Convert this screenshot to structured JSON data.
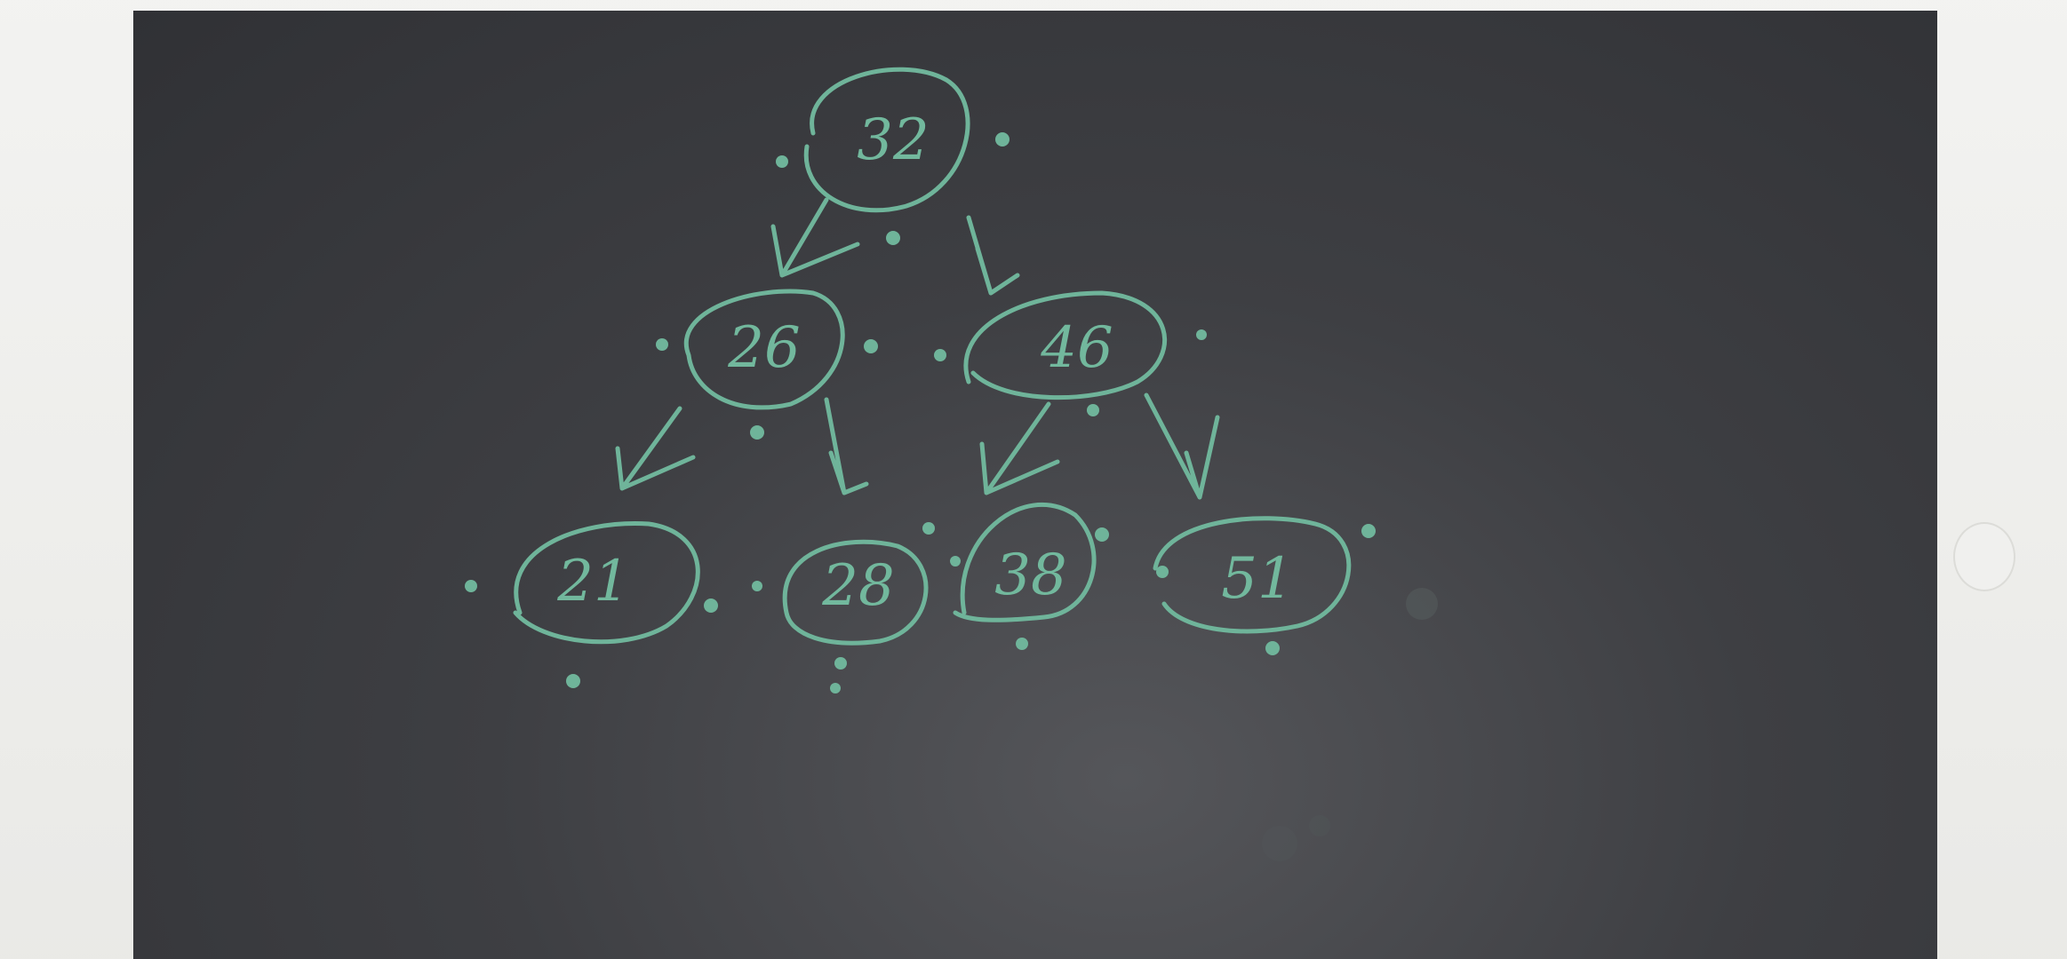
{
  "tree": {
    "root": "32",
    "level2": [
      "26",
      "46"
    ],
    "level3": [
      "21",
      "28",
      "38",
      "51"
    ]
  },
  "colors": {
    "ink": "#6fb49a",
    "screen": "#3a3b3f",
    "frame": "#efefec",
    "desk": "#7a5233"
  }
}
